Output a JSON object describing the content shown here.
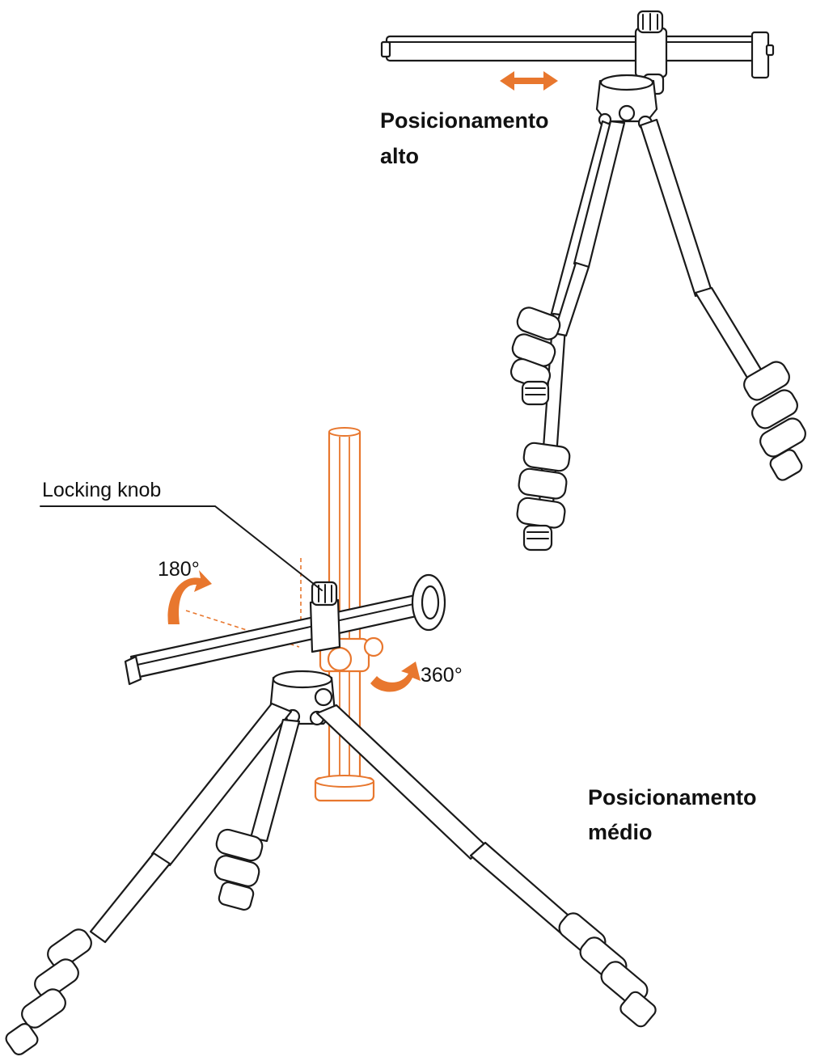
{
  "labels": {
    "top_position": [
      "Posicionamento",
      "alto"
    ],
    "middle_position": [
      "Posicionamento",
      "médio"
    ],
    "locking_knob": "Locking knob",
    "rotation_180": "180°",
    "rotation_360": "360°"
  },
  "colors": {
    "ink": "#1a1a1a",
    "accent": "#e8772e",
    "accent_light": "#f3a466",
    "background": "#ffffff"
  },
  "icons": [
    "double-arrow-icon",
    "rotate-arrow-180-icon",
    "rotate-arrow-360-icon"
  ]
}
